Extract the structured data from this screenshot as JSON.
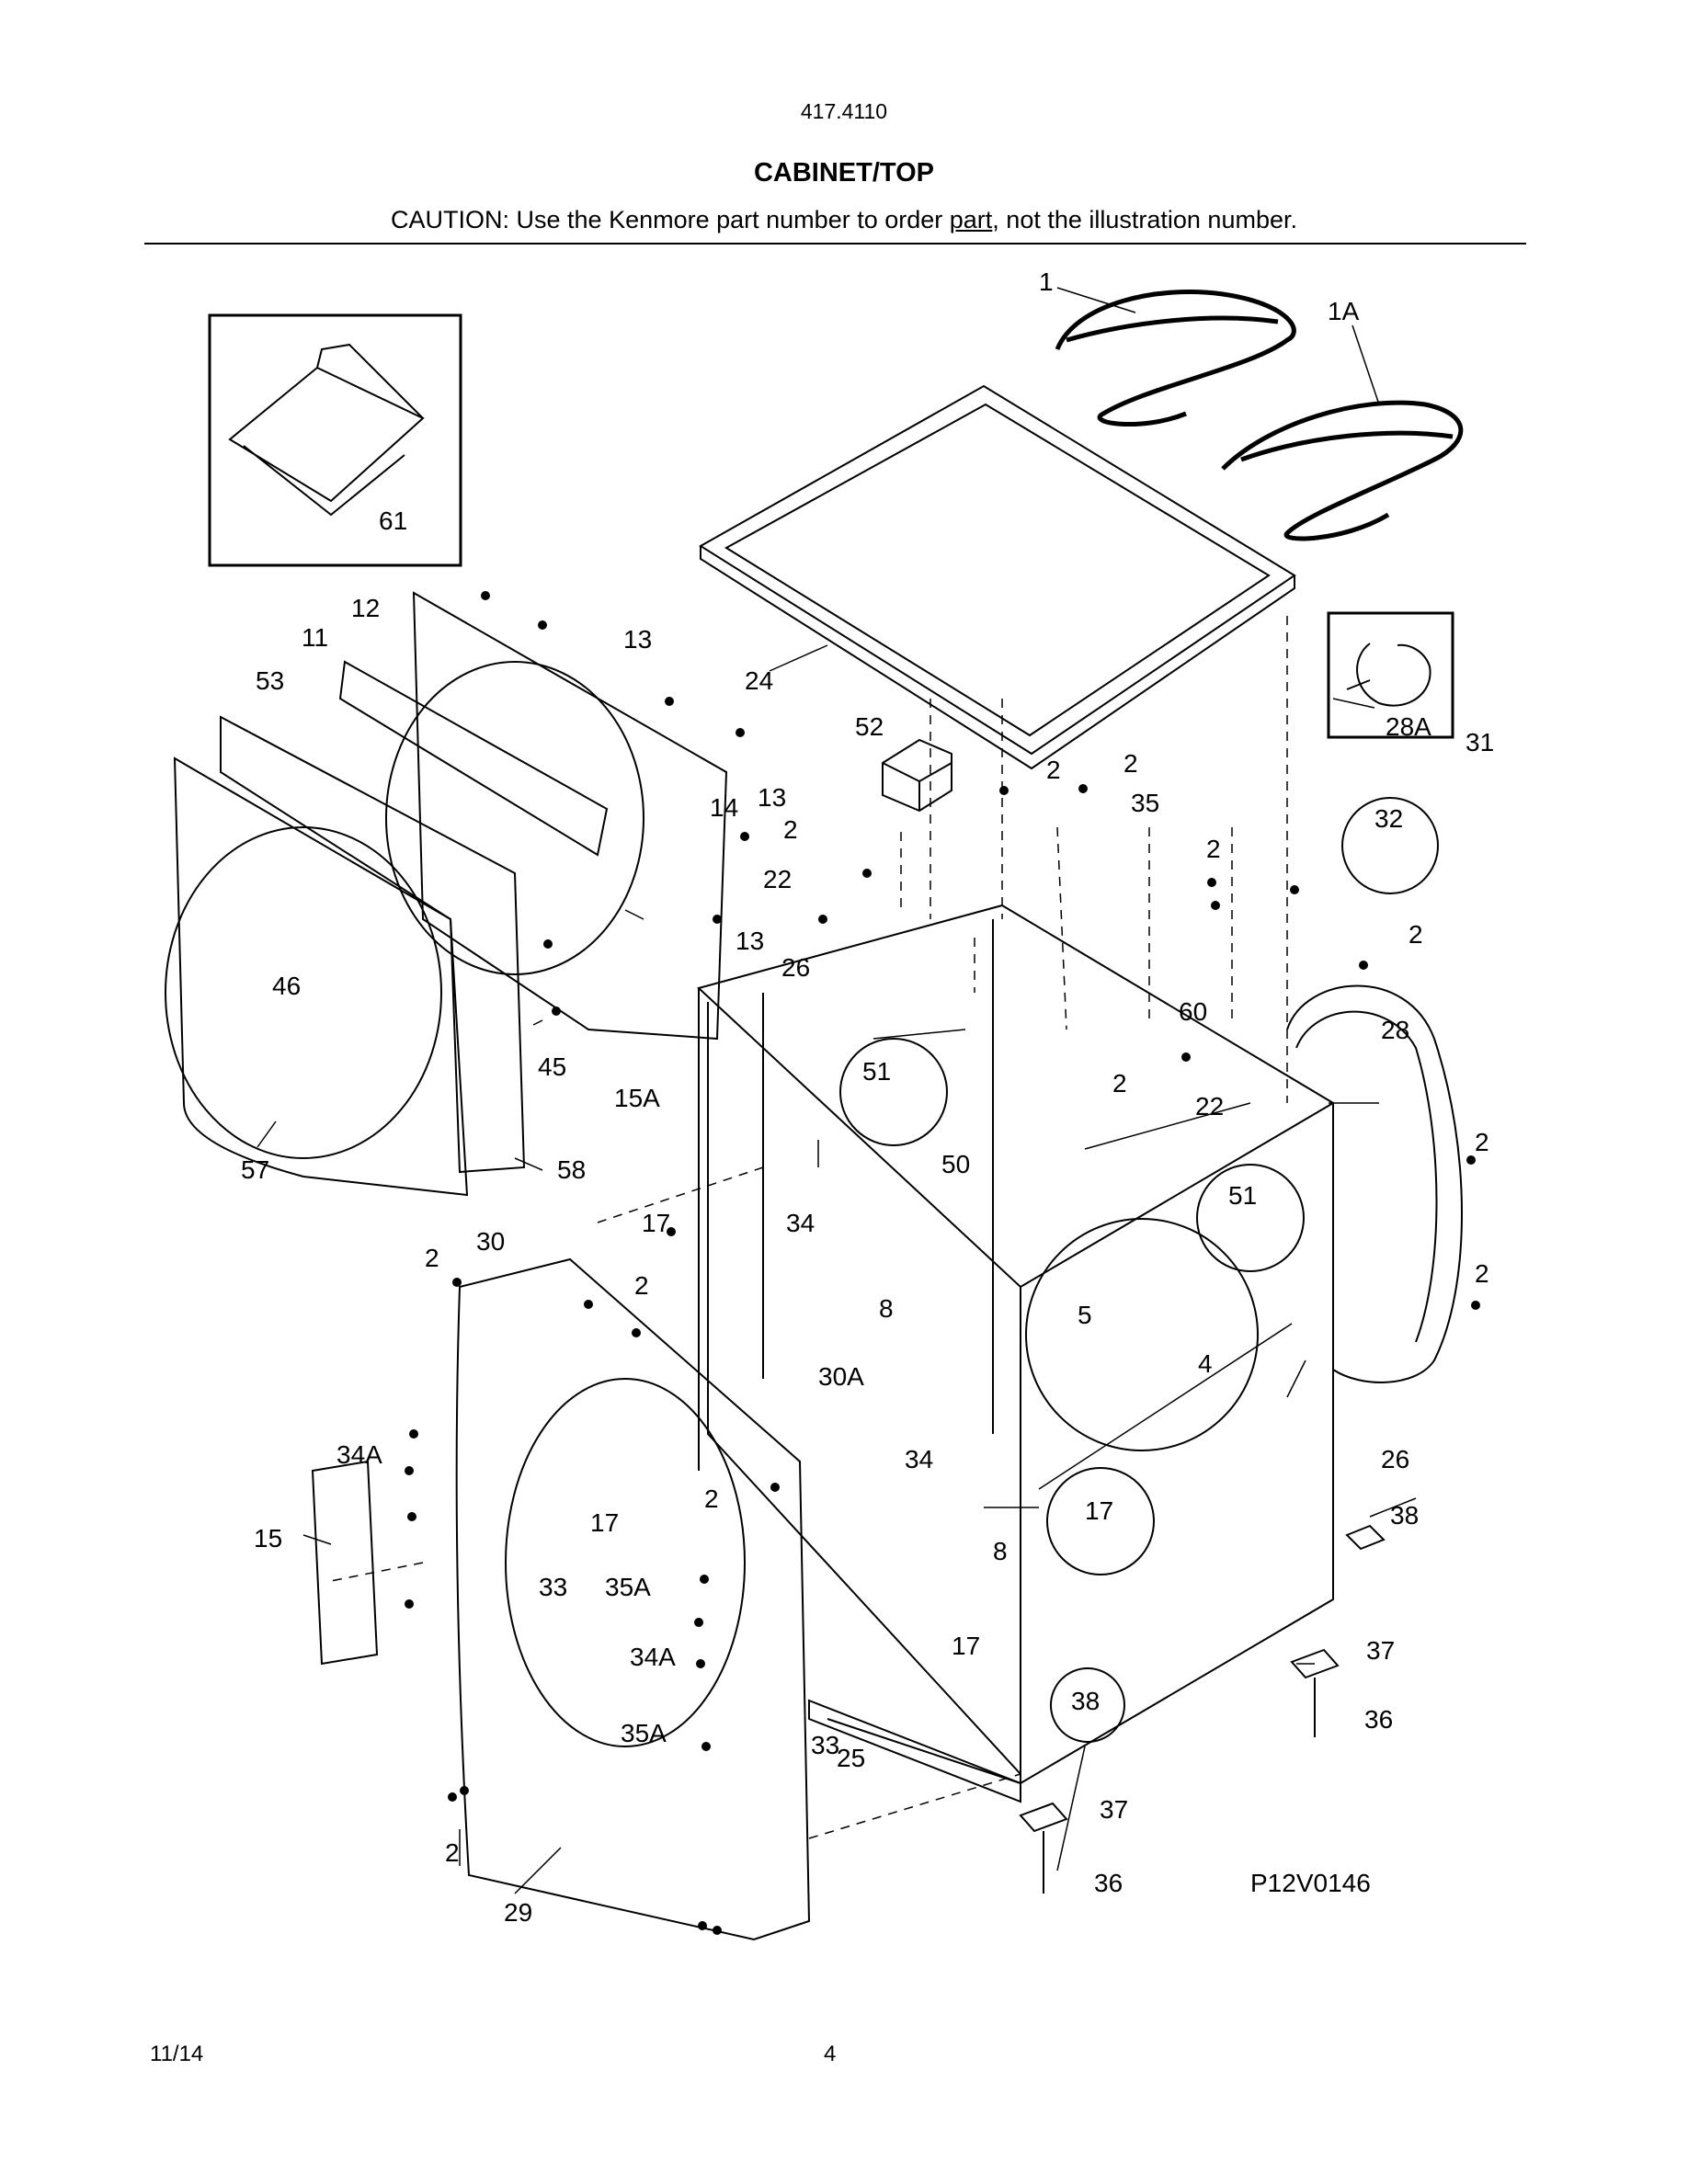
{
  "header": {
    "model_number": "417.4110",
    "title": "CABINET/TOP",
    "caution_prefix": "CAUTION: Use the Kenmore part number to order ",
    "caution_link": "part",
    "caution_suffix": ", not the illustration number."
  },
  "diagram": {
    "code": "P12V0146",
    "callouts": [
      "1",
      "1A",
      "61",
      "12",
      "11",
      "13",
      "53",
      "24",
      "52",
      "2",
      "2",
      "35",
      "28A",
      "31",
      "32",
      "14",
      "13",
      "2",
      "22",
      "2",
      "13",
      "26",
      "60",
      "2",
      "46",
      "28",
      "45",
      "15A",
      "51",
      "2",
      "22",
      "57",
      "58",
      "50",
      "51",
      "2",
      "30",
      "17",
      "34",
      "2",
      "2",
      "8",
      "2",
      "5",
      "4",
      "30A",
      "34A",
      "34",
      "26",
      "15",
      "17",
      "2",
      "17",
      "38",
      "33",
      "35A",
      "8",
      "34A",
      "17",
      "37",
      "33",
      "25",
      "35A",
      "36",
      "38",
      "37",
      "2",
      "29",
      "36"
    ]
  },
  "footer": {
    "date": "11/14",
    "page": "4"
  }
}
